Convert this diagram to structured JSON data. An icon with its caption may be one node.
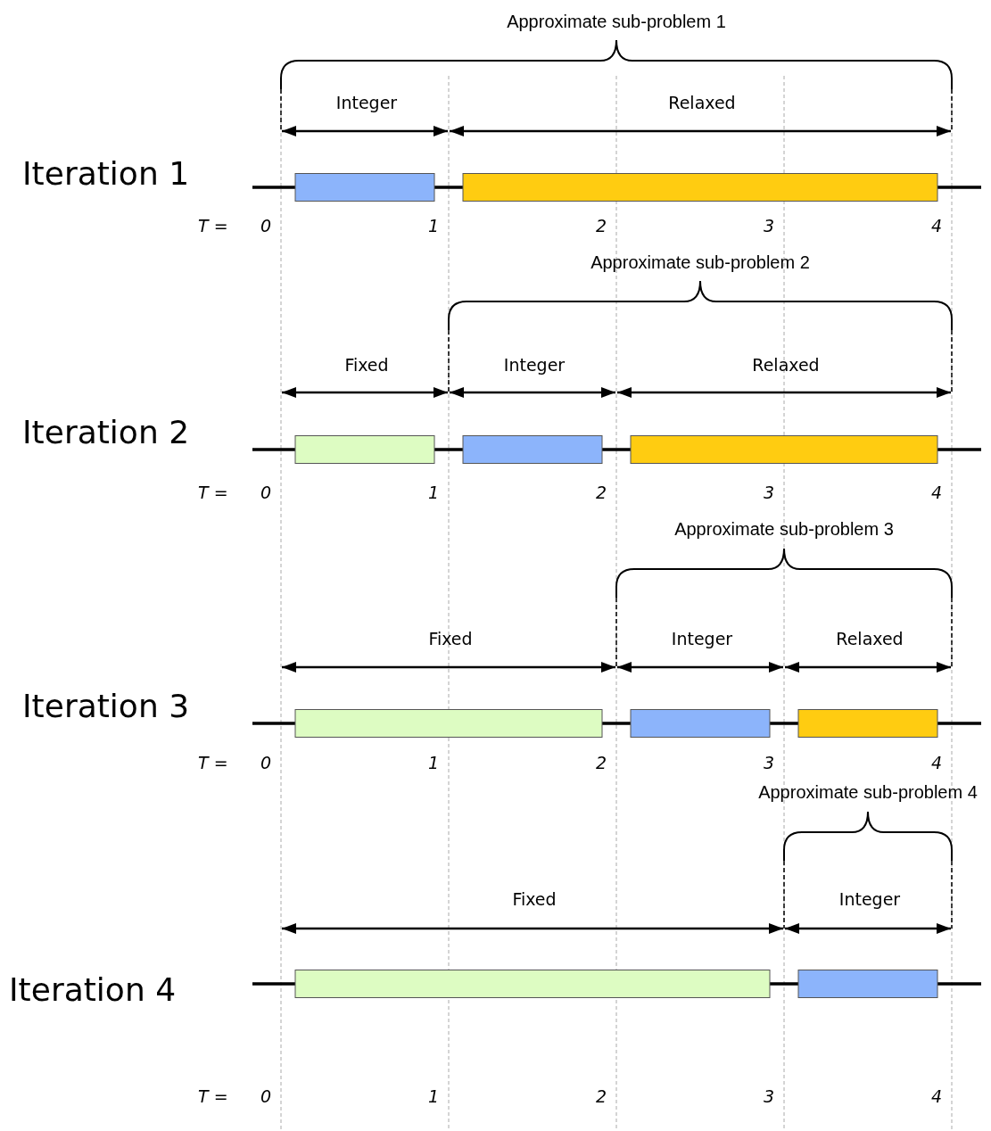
{
  "diagram": {
    "labels": [
      "Approximate sub-problem 1",
      "Integer",
      "Relaxed",
      "Iteration 1",
      "T =",
      "0",
      "1",
      "2",
      "3",
      "4",
      "Approximate sub-problem 2",
      "Fixed",
      "Integer",
      "Relaxed",
      "Iteration 2",
      "T =",
      "0",
      "1",
      "2",
      "3",
      "4",
      "Approximate sub-problem 3",
      "Fixed",
      "Integer",
      "Relaxed",
      "Iteration 3",
      "T =",
      "0",
      "1",
      "2",
      "3",
      "4",
      "Approximate sub-problem 4",
      "Fixed",
      "Integer",
      "Iteration 4",
      "T =",
      "0",
      "1",
      "2",
      "3",
      "4"
    ]
  }
}
